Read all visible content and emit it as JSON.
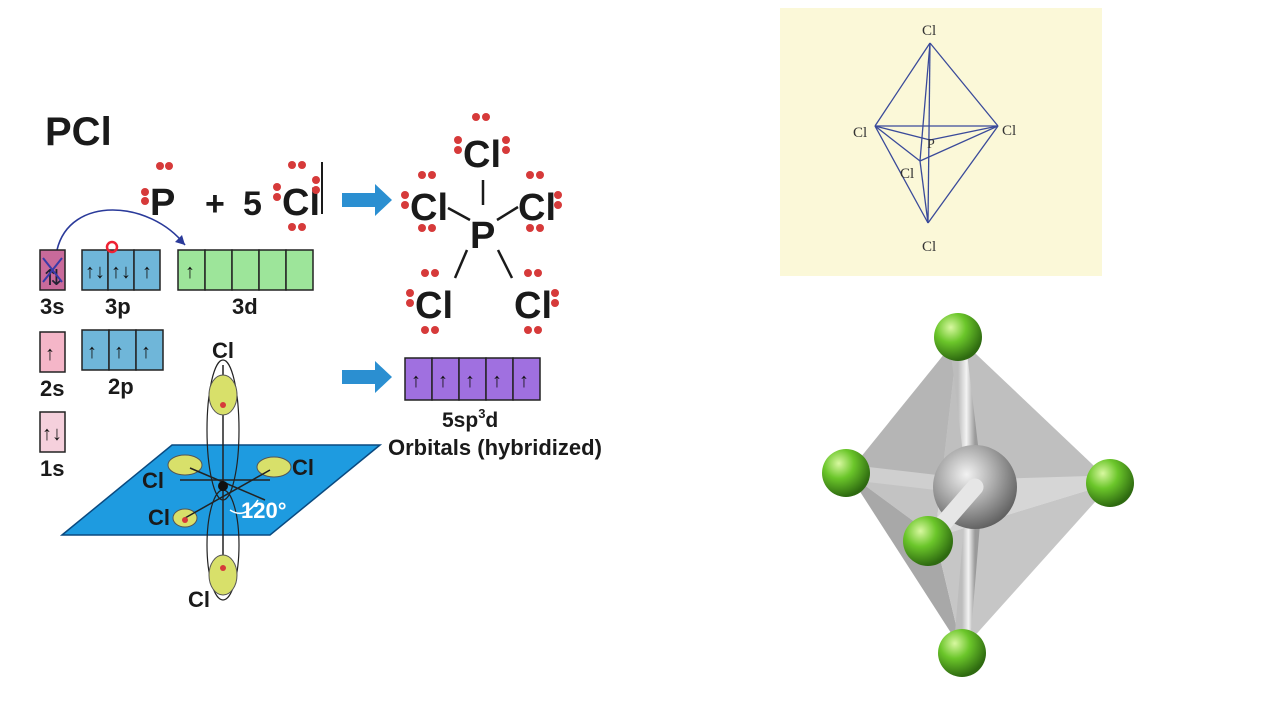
{
  "title": "PCl",
  "equation": {
    "p_label": "P",
    "plus": "+",
    "coefficient": "5",
    "cl_label": "Cl"
  },
  "lewis": {
    "center": "P",
    "ligands": [
      "Cl",
      "Cl",
      "Cl",
      "Cl",
      "Cl"
    ]
  },
  "orbitals": {
    "s3": {
      "label": "3s",
      "arrows": ""
    },
    "p3": {
      "label": "3p",
      "arrows": [
        "↑↓",
        "↑↓",
        "↑"
      ]
    },
    "d3": {
      "label": "3d",
      "arrows": [
        "↑",
        "",
        "",
        "",
        ""
      ]
    },
    "s2": {
      "label": "2s",
      "arrows": "↑"
    },
    "p2": {
      "label": "2p",
      "arrows": [
        "↑",
        "↑",
        "↑"
      ]
    },
    "s1": {
      "label": "1s",
      "arrows": "↑↓"
    },
    "hybrid": {
      "arrows": [
        "↑",
        "↑",
        "↑",
        "↑",
        "↑"
      ],
      "label_main": "5sp",
      "label_sup": "3",
      "label_end": "d",
      "caption": "Orbitals (hybridized)"
    }
  },
  "geometry": {
    "cl_labels": [
      "Cl",
      "Cl",
      "Cl",
      "Cl",
      "Cl"
    ],
    "angle": "120°"
  },
  "tbp_panel": {
    "center": "P",
    "labels": [
      "Cl",
      "Cl",
      "Cl",
      "Cl",
      "Cl"
    ]
  },
  "colors": {
    "blue_box": "#6fb6d9",
    "green_box": "#9de59a",
    "purple_box": "#a070e0",
    "pink_box": "#f5b6c8",
    "plane": "#1e9be0",
    "lone_pair": "#d63a3a",
    "arrow": "#2b8fd1",
    "lobe": "#d8e06a",
    "cl_ball": "#6bc62a",
    "panel_bg": "#fbf8d8",
    "tbp_lines": "#3a4a9a"
  }
}
